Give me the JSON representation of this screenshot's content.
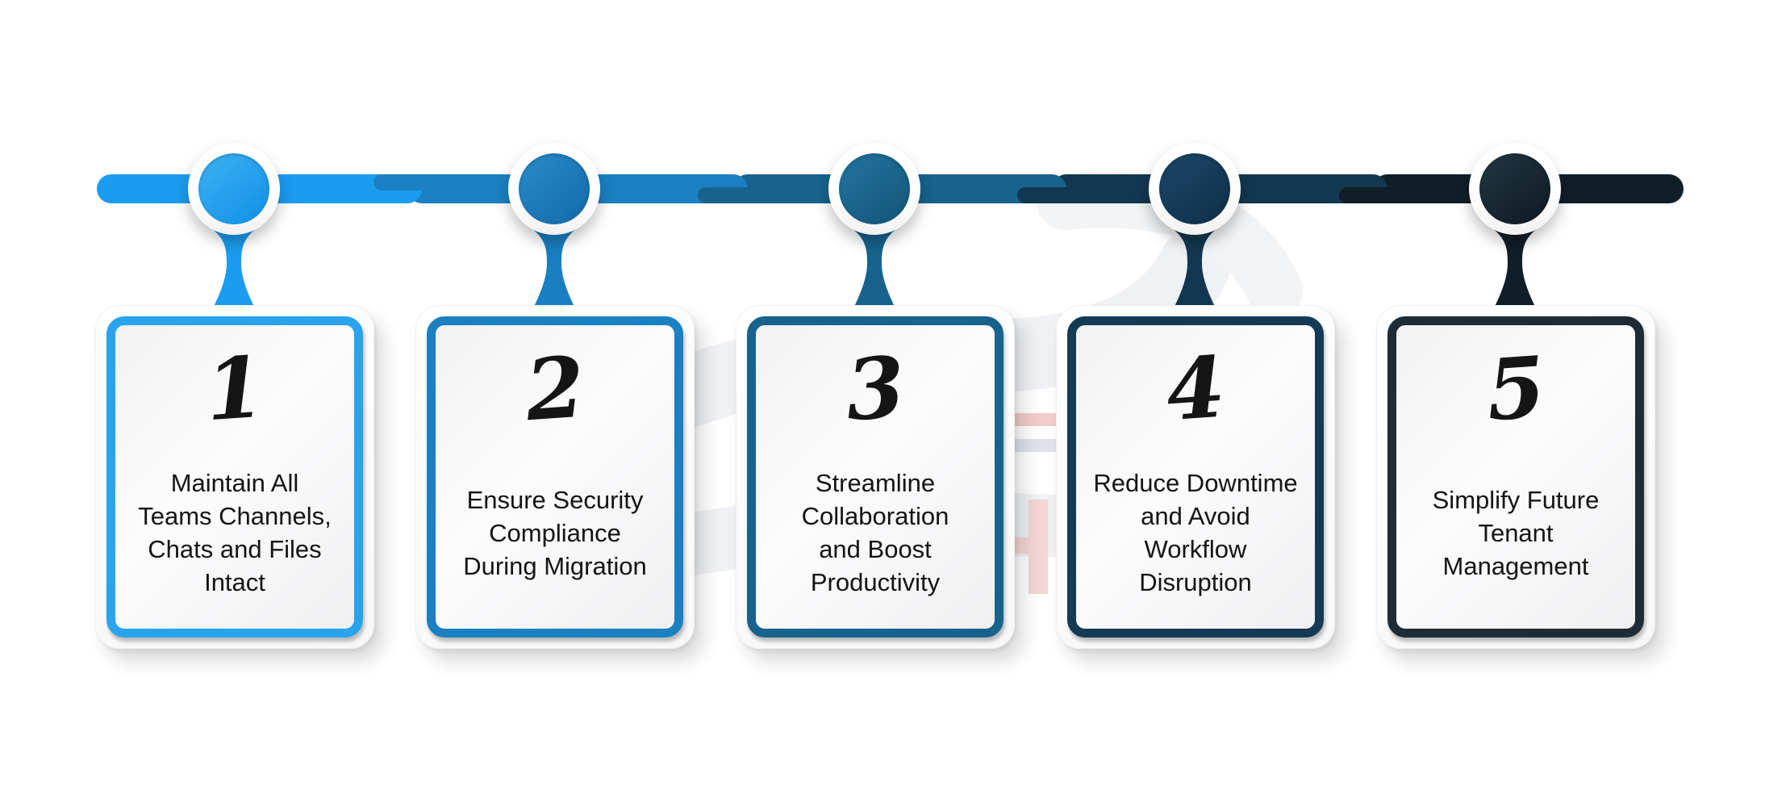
{
  "diagram_title": "",
  "steps": [
    {
      "number": "1",
      "label": "Maintain All\nTeams Channels,\nChats and Files\nIntact",
      "accent": "#29A3EC",
      "circle_top": "#3FB1F4",
      "circle_bottom": "#0E90E5",
      "drip": "#1B9CEF"
    },
    {
      "number": "2",
      "label": "Ensure Security\nCompliance\nDuring Migration",
      "accent": "#1B80C2",
      "circle_top": "#2B8CCB",
      "circle_bottom": "#1169A6",
      "drip": "#1A7FC1"
    },
    {
      "number": "3",
      "label": "Streamline\nCollaboration\nand Boost\nProductivity",
      "accent": "#17638D",
      "circle_top": "#2274A1",
      "circle_bottom": "#135577",
      "drip": "#17638D"
    },
    {
      "number": "4",
      "label": "Reduce Downtime\nand Avoid\nWorkflow\nDisruption",
      "accent": "#153A55",
      "circle_top": "#1C4869",
      "circle_bottom": "#0F2E47",
      "drip": "#133750"
    },
    {
      "number": "5",
      "label": "Simplify Future\nTenant\nManagement",
      "accent": "#1E2C37",
      "circle_top": "#233744",
      "circle_bottom": "#0D1820",
      "drip": "#101E28"
    }
  ],
  "timeline": {
    "segments": [
      "#1C9CF0",
      "#1A80C2",
      "#17638D",
      "#133750",
      "#101E28"
    ]
  },
  "watermark": {
    "swoosh_color": "#EFF1F4",
    "letter_s_color": "#E8EAEE",
    "letter_h_color": "#F3D6D4",
    "red_bar_color": "#F2CCCA",
    "navy_bar_color": "#DFE3E8"
  },
  "background_color": "#FFFFFF"
}
